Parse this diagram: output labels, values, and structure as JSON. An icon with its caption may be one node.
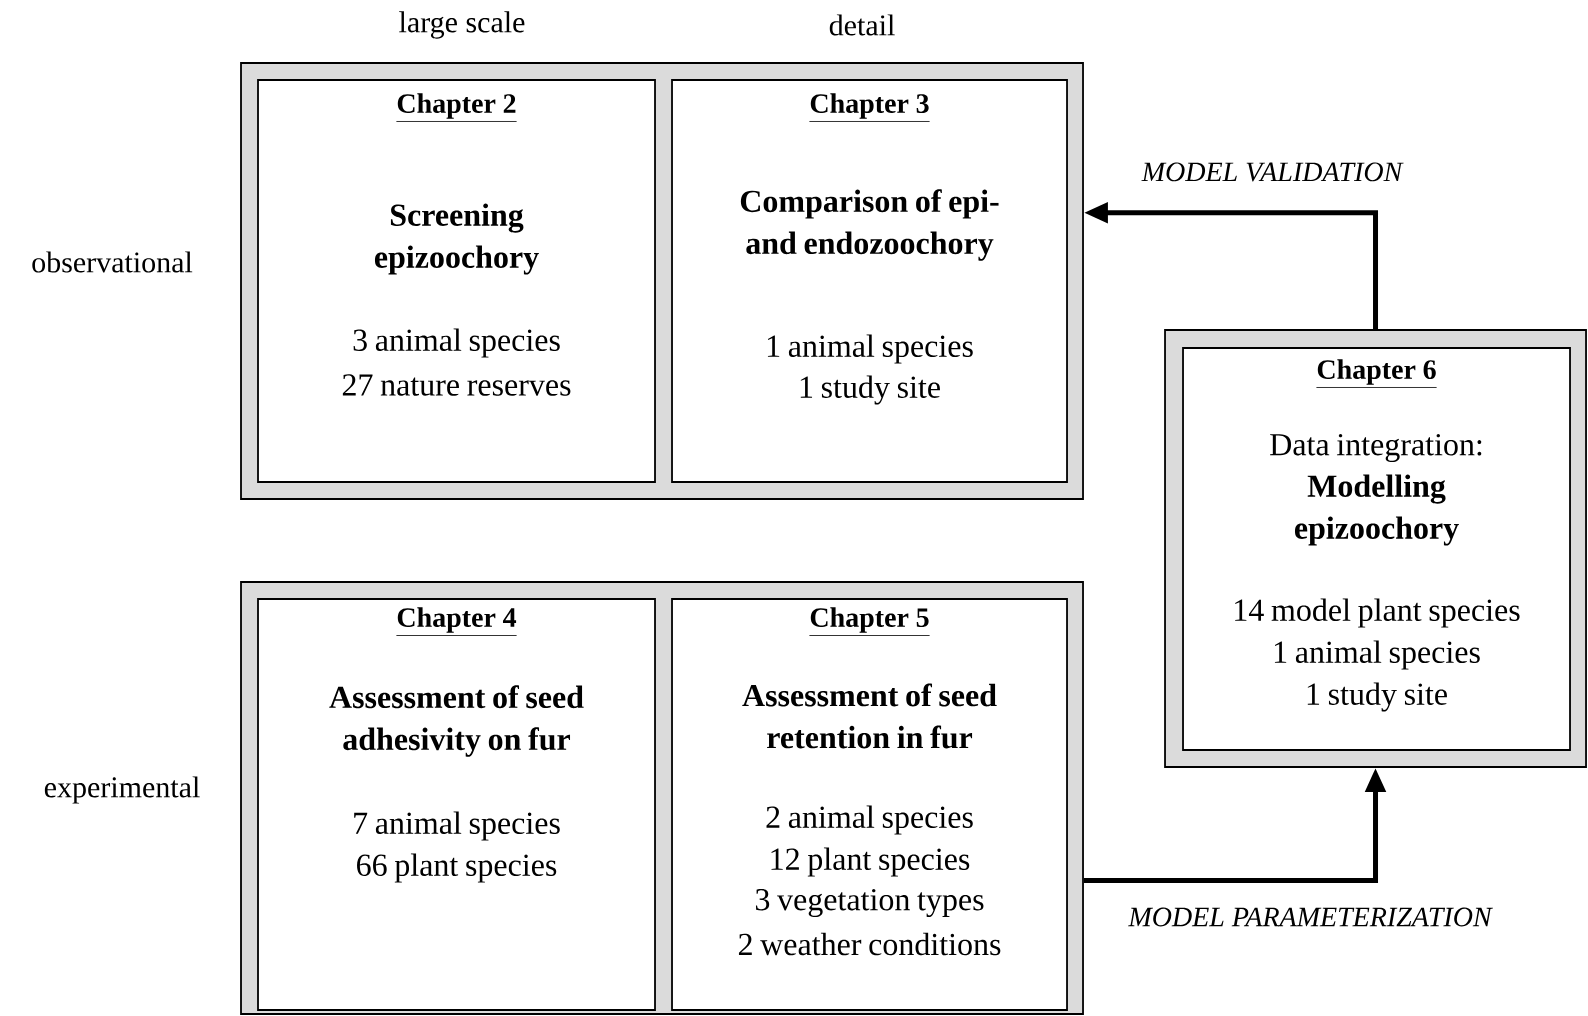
{
  "diagram": {
    "nodes": [
      {
        "text": [],
        "shape": "box"
      },
      {
        "text": [
          "Chapter 2",
          "Screening epizoochory",
          "3 animal species",
          "27 nature reserves"
        ],
        "in": 0
      },
      {
        "text": [
          "Chapter 3",
          "Comparison of epi- and endozoochory",
          "1 animal species",
          "1 study site"
        ],
        "in": 0
      },
      {
        "text": [],
        "shape": "box"
      },
      {
        "text": [
          "Chapter 4",
          "Assessment of seed adhesivity on fur",
          "7 animal species",
          "66 plant species"
        ],
        "in": 3
      },
      {
        "text": [
          "Chapter 5",
          "Assessment of seed retention in fur",
          "2 animal species",
          "12 plant species",
          "3 vegetation types",
          "2 weather conditions"
        ],
        "in": 3
      },
      {
        "text": [],
        "shape": "box"
      },
      {
        "text": [
          "Chapter 6",
          "Data integration:",
          "Modelling epizoochory",
          "14 model plant species",
          "1 animal species",
          "1 study site"
        ],
        "in": 6
      }
    ],
    "edges": [
      {
        "from": 6,
        "to": 0,
        "arrow": "to",
        "label": "MODEL VALIDATION"
      },
      {
        "from": 3,
        "to": 6,
        "arrow": "to",
        "label": "MODEL PARAMETERIZATION"
      }
    ],
    "labels": [
      "large scale",
      "detail",
      "observational",
      "experimental"
    ]
  }
}
